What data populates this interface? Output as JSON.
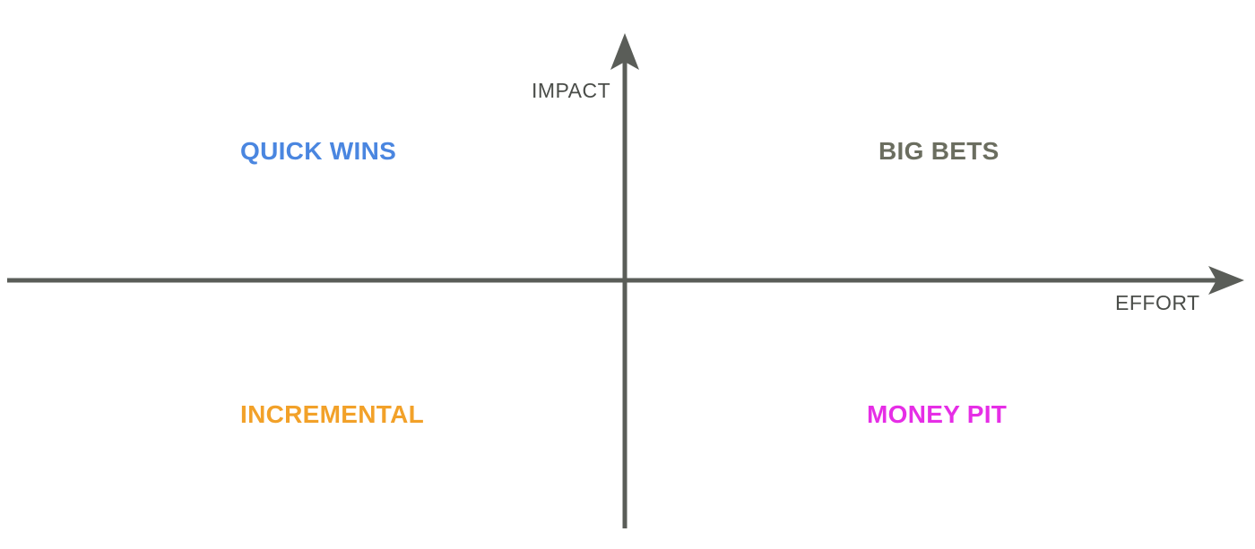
{
  "axes": {
    "y_label": "IMPACT",
    "x_label": "EFFORT",
    "color": "#5a5d58"
  },
  "quadrants": [
    {
      "key": "top_left",
      "label": "QUICK WINS",
      "color": "#4a86e0"
    },
    {
      "key": "top_right",
      "label": "BIG BETS",
      "color": "#6b6e60"
    },
    {
      "key": "bottom_left",
      "label": "INCREMENTAL",
      "color": "#f2a129"
    },
    {
      "key": "bottom_right",
      "label": "MONEY PIT",
      "color": "#e62ee6"
    }
  ]
}
